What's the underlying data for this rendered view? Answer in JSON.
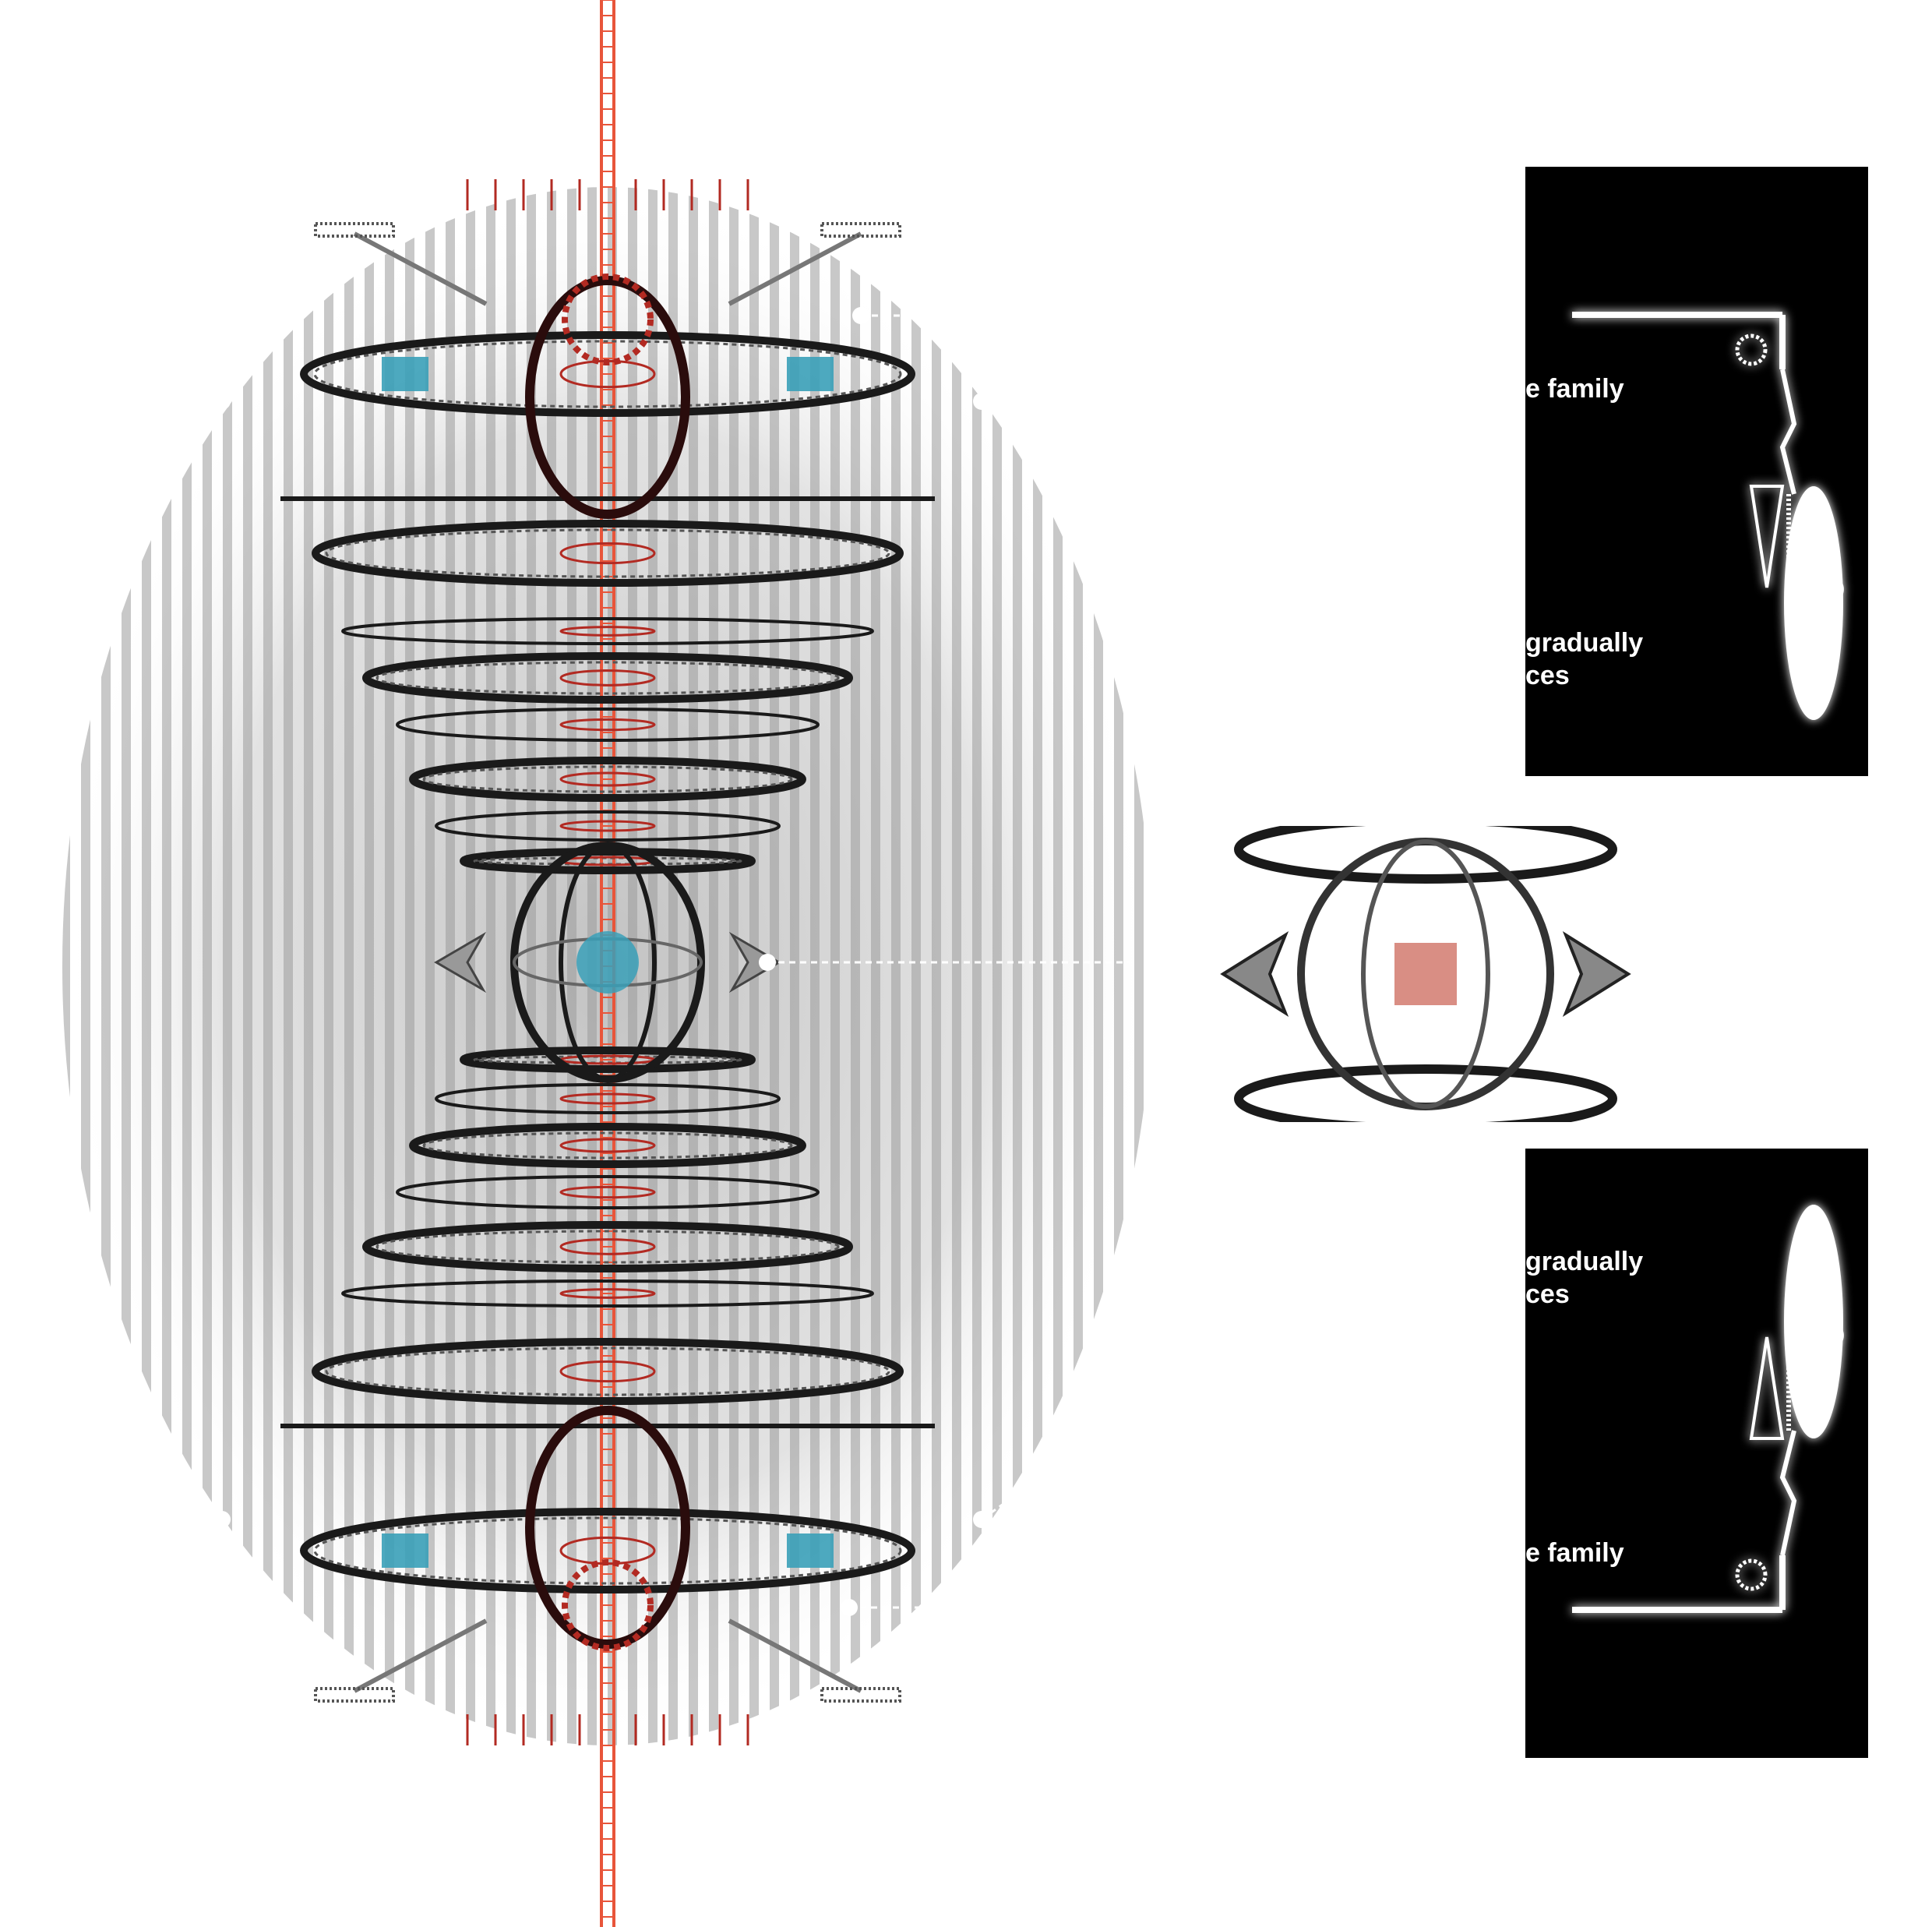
{
  "colors": {
    "background": "#ffffff",
    "panel": "#000000",
    "axis": "#e8553a",
    "metal": "#1a1a1a",
    "accent_teal": "#3aa0b8",
    "accent_red": "#b22a22",
    "glow": "#ffffff"
  },
  "panels": [
    {
      "line1": "e family",
      "line2": "gradually",
      "line3": "ces",
      "orientation": "top"
    },
    {
      "line1": "gradually",
      "line2": "ces",
      "line3": "e family",
      "orientation": "bottom"
    }
  ],
  "icons": [
    "gear-icon",
    "spring-icon",
    "wheel-icon",
    "sphere-icon",
    "ruler-icon"
  ]
}
